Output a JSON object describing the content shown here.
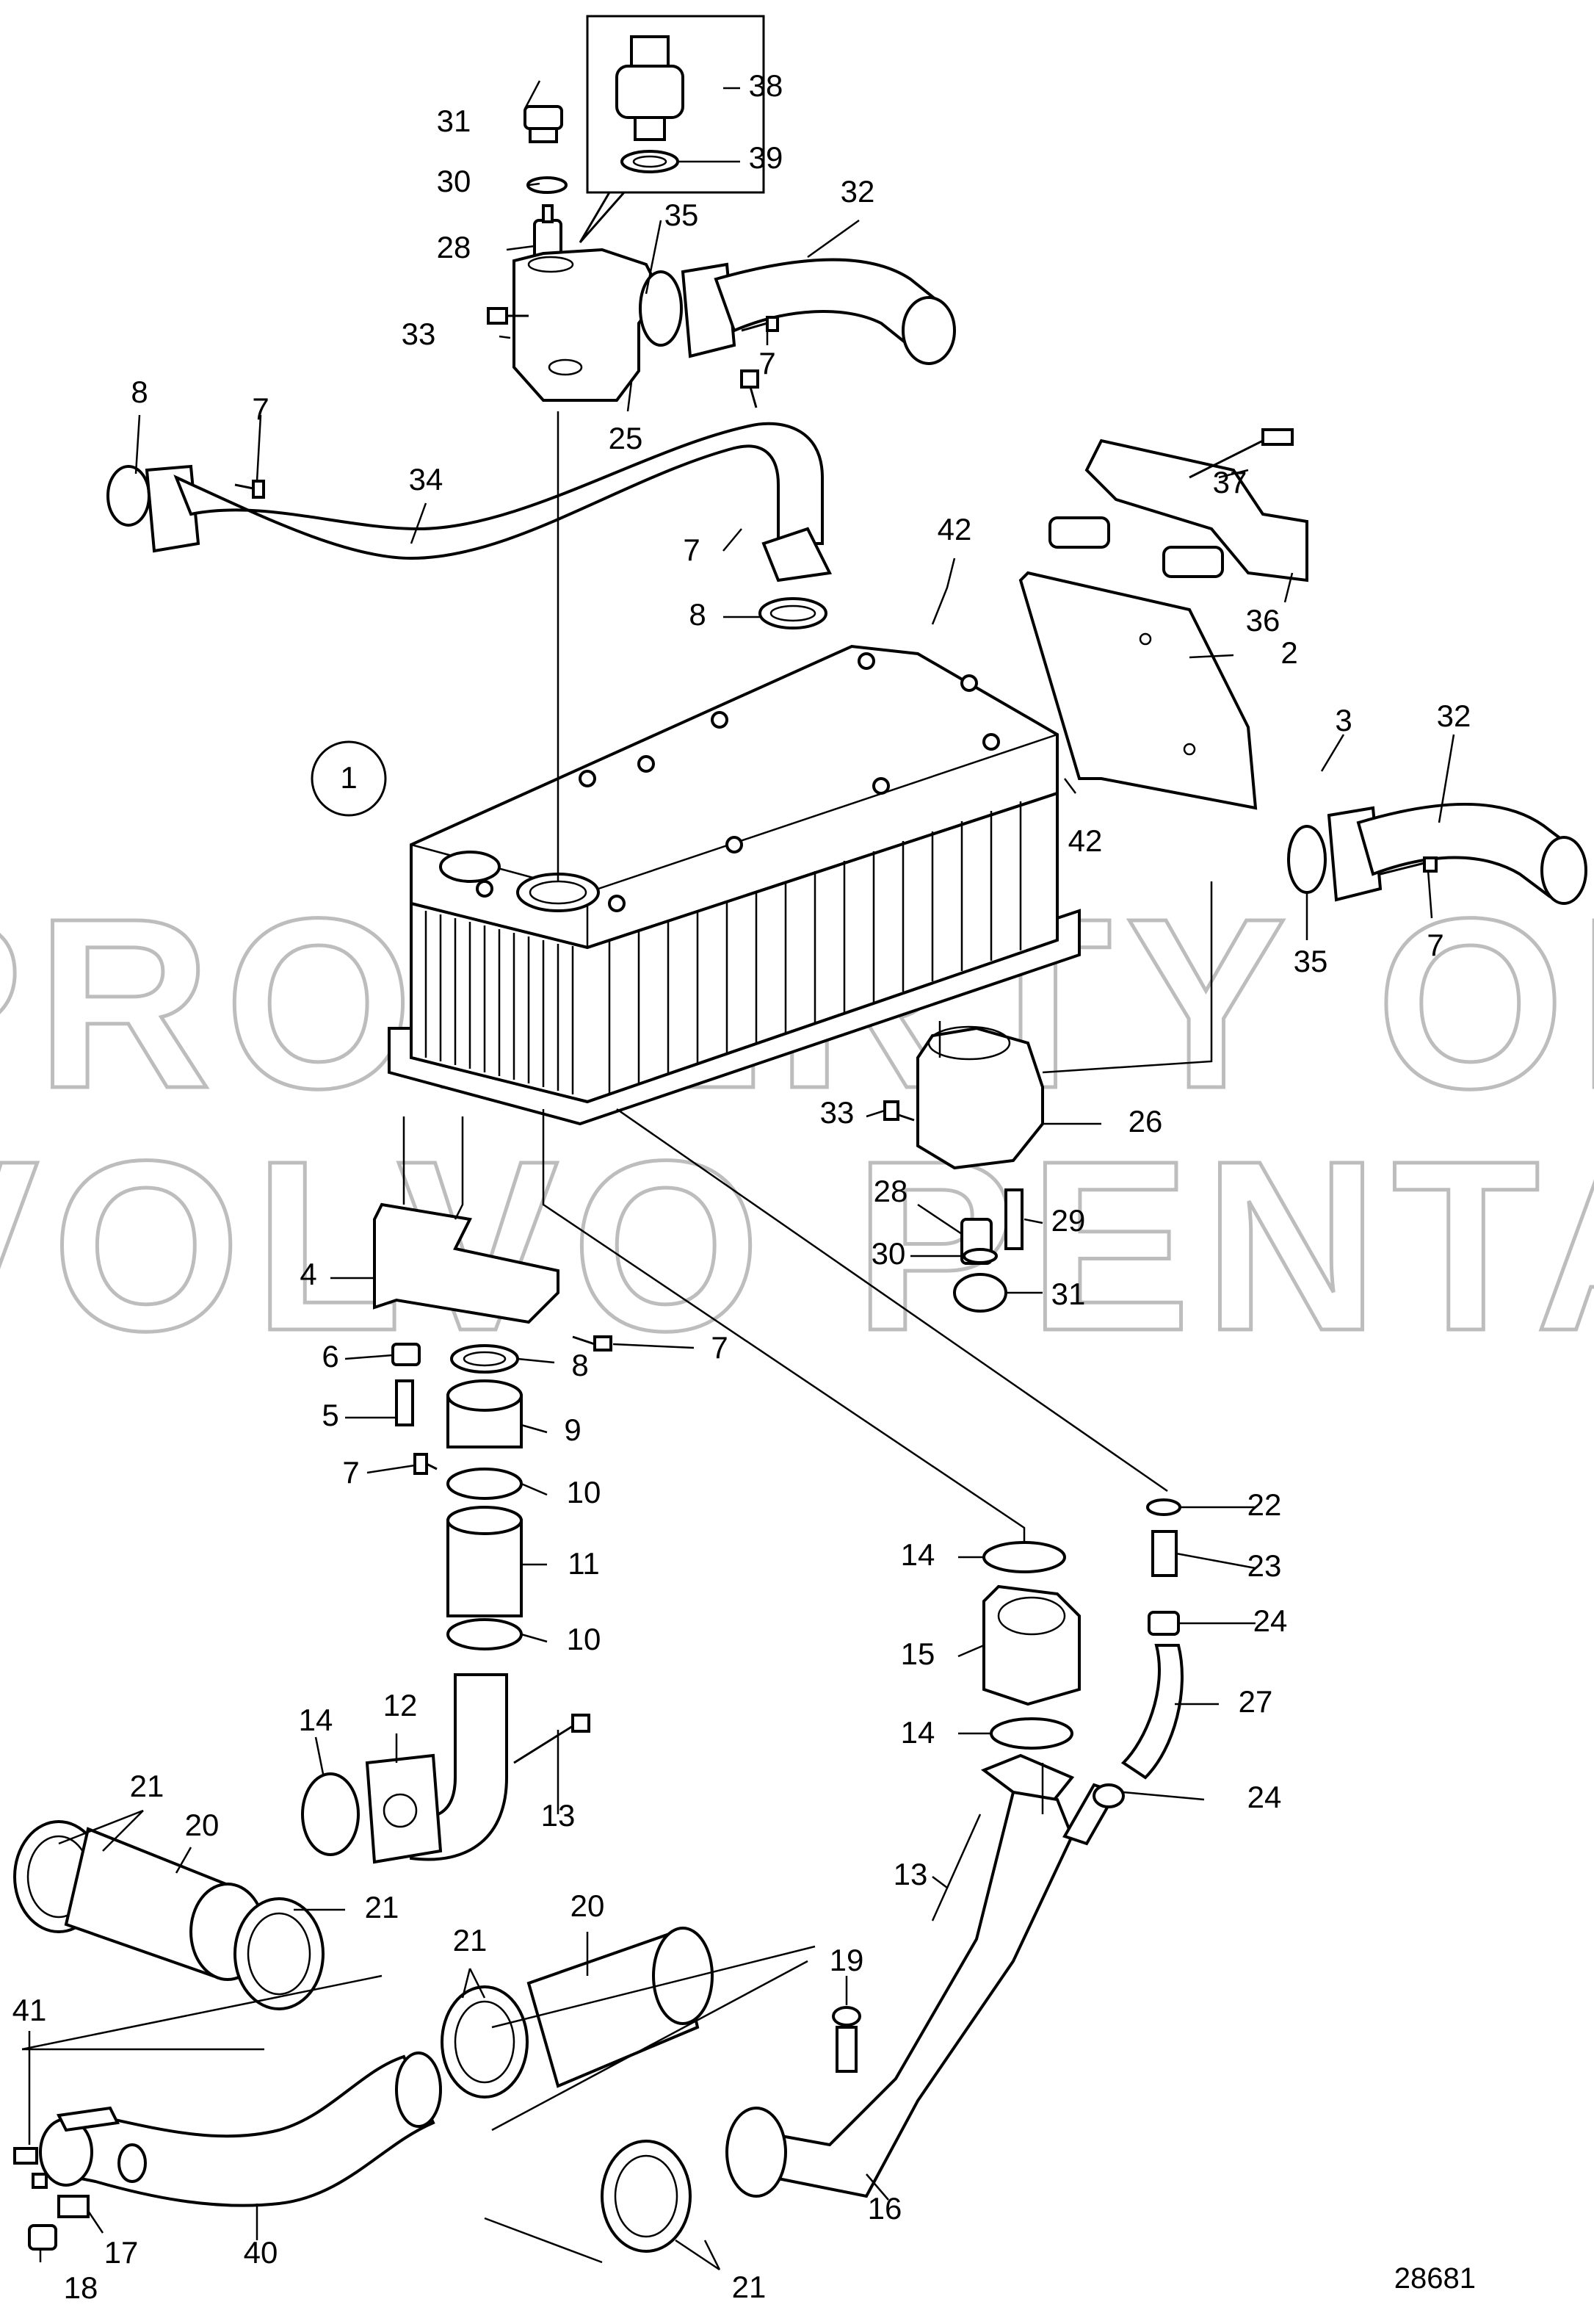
{
  "drawing_id": "28681",
  "watermark": [
    "PROPERTY OF",
    "VOLVO PENTA"
  ],
  "view_marker": "1",
  "callouts": [
    "2",
    "3",
    "4",
    "5",
    "6",
    "7",
    "8",
    "9",
    "10",
    "11",
    "12",
    "13",
    "14",
    "15",
    "16",
    "17",
    "18",
    "19",
    "20",
    "21",
    "22",
    "23",
    "24",
    "25",
    "26",
    "27",
    "28",
    "29",
    "30",
    "31",
    "32",
    "33",
    "34",
    "35",
    "36",
    "37",
    "38",
    "39",
    "40",
    "41",
    "42"
  ]
}
